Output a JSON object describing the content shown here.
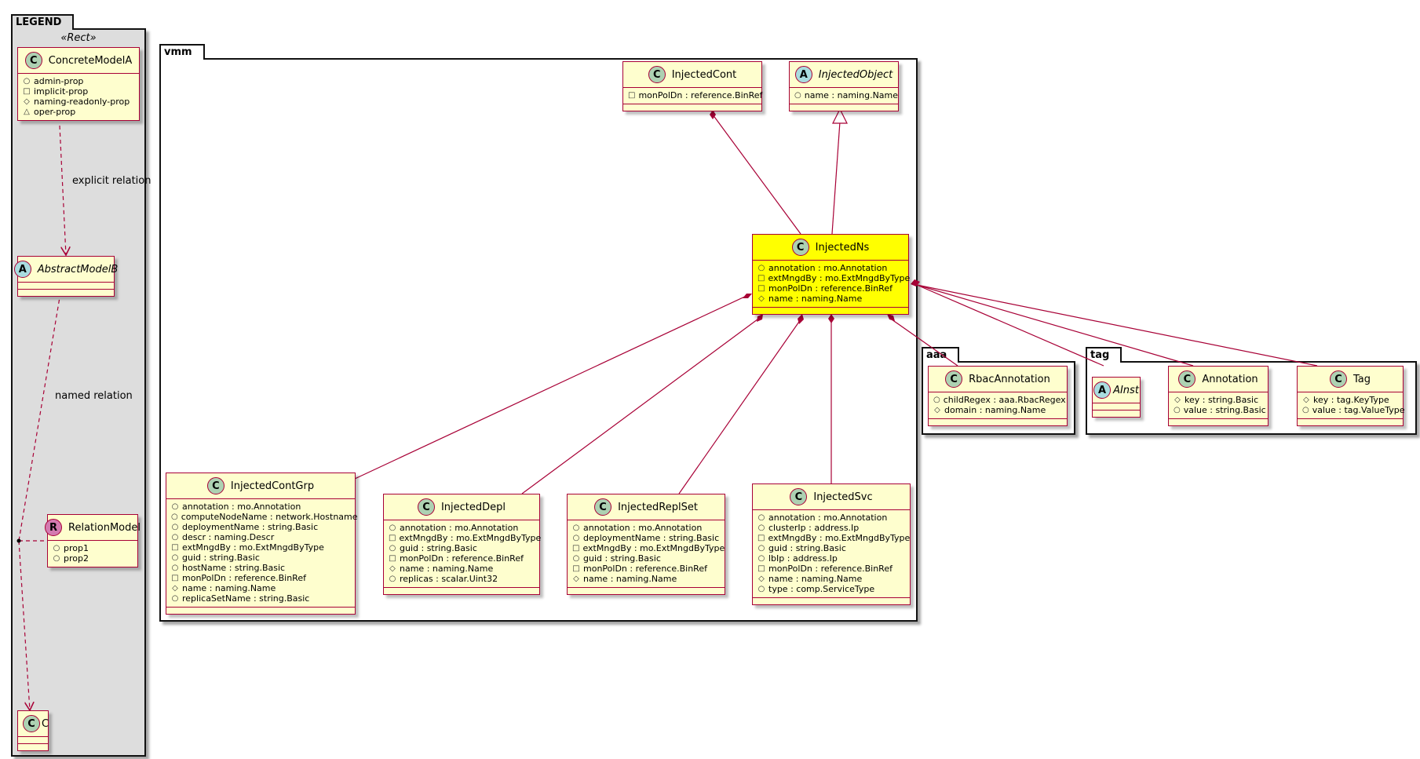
{
  "packages": {
    "legend": {
      "name": "LEGEND",
      "stereotype": "«Rect»"
    },
    "vmm": {
      "name": "vmm"
    },
    "aaa": {
      "name": "aaa"
    },
    "tag": {
      "name": "tag"
    }
  },
  "legend": {
    "concrete": {
      "name": "ConcreteModelA",
      "attrs": [
        {
          "vis": "+",
          "text": "admin-prop"
        },
        {
          "vis": "-",
          "text": "implicit-prop"
        },
        {
          "vis": "#",
          "text": "naming-readonly-prop"
        },
        {
          "vis": "~",
          "text": "oper-prop"
        }
      ]
    },
    "abstract": {
      "name": "AbstractModelB"
    },
    "relation": {
      "name": "RelationModel",
      "attrs": [
        {
          "vis": "+",
          "text": "prop1"
        },
        {
          "vis": "+",
          "text": "prop2"
        }
      ]
    },
    "c": {
      "name": "C"
    },
    "explicit_label": "explicit relation",
    "named_label": "named relation"
  },
  "classes": {
    "injectedCont": {
      "name": "InjectedCont",
      "attrs": [
        {
          "vis": "-",
          "text": "monPolDn : reference.BinRef"
        }
      ]
    },
    "injectedObject": {
      "name": "InjectedObject",
      "attrs": [
        {
          "vis": "+",
          "text": "name : naming.Name"
        }
      ]
    },
    "injectedNs": {
      "name": "InjectedNs",
      "attrs": [
        {
          "vis": "+",
          "text": "annotation : mo.Annotation"
        },
        {
          "vis": "-",
          "text": "extMngdBy : mo.ExtMngdByType"
        },
        {
          "vis": "-",
          "text": "monPolDn : reference.BinRef"
        },
        {
          "vis": "#",
          "text": "name : naming.Name"
        }
      ]
    },
    "injectedContGrp": {
      "name": "InjectedContGrp",
      "attrs": [
        {
          "vis": "+",
          "text": "annotation : mo.Annotation"
        },
        {
          "vis": "+",
          "text": "computeNodeName : network.Hostname"
        },
        {
          "vis": "+",
          "text": "deploymentName : string.Basic"
        },
        {
          "vis": "+",
          "text": "descr : naming.Descr"
        },
        {
          "vis": "-",
          "text": "extMngdBy : mo.ExtMngdByType"
        },
        {
          "vis": "+",
          "text": "guid : string.Basic"
        },
        {
          "vis": "+",
          "text": "hostName : string.Basic"
        },
        {
          "vis": "-",
          "text": "monPolDn : reference.BinRef"
        },
        {
          "vis": "#",
          "text": "name : naming.Name"
        },
        {
          "vis": "+",
          "text": "replicaSetName : string.Basic"
        }
      ]
    },
    "injectedDepl": {
      "name": "InjectedDepl",
      "attrs": [
        {
          "vis": "+",
          "text": "annotation : mo.Annotation"
        },
        {
          "vis": "-",
          "text": "extMngdBy : mo.ExtMngdByType"
        },
        {
          "vis": "+",
          "text": "guid : string.Basic"
        },
        {
          "vis": "-",
          "text": "monPolDn : reference.BinRef"
        },
        {
          "vis": "#",
          "text": "name : naming.Name"
        },
        {
          "vis": "+",
          "text": "replicas : scalar.Uint32"
        }
      ]
    },
    "injectedReplSet": {
      "name": "InjectedReplSet",
      "attrs": [
        {
          "vis": "+",
          "text": "annotation : mo.Annotation"
        },
        {
          "vis": "+",
          "text": "deploymentName : string.Basic"
        },
        {
          "vis": "-",
          "text": "extMngdBy : mo.ExtMngdByType"
        },
        {
          "vis": "+",
          "text": "guid : string.Basic"
        },
        {
          "vis": "-",
          "text": "monPolDn : reference.BinRef"
        },
        {
          "vis": "#",
          "text": "name : naming.Name"
        }
      ]
    },
    "injectedSvc": {
      "name": "InjectedSvc",
      "attrs": [
        {
          "vis": "+",
          "text": "annotation : mo.Annotation"
        },
        {
          "vis": "+",
          "text": "clusterIp : address.Ip"
        },
        {
          "vis": "-",
          "text": "extMngdBy : mo.ExtMngdByType"
        },
        {
          "vis": "+",
          "text": "guid : string.Basic"
        },
        {
          "vis": "+",
          "text": "lbIp : address.Ip"
        },
        {
          "vis": "-",
          "text": "monPolDn : reference.BinRef"
        },
        {
          "vis": "#",
          "text": "name : naming.Name"
        },
        {
          "vis": "+",
          "text": "type : comp.ServiceType"
        }
      ]
    },
    "rbacAnnotation": {
      "name": "RbacAnnotation",
      "attrs": [
        {
          "vis": "+",
          "text": "childRegex : aaa.RbacRegex"
        },
        {
          "vis": "#",
          "text": "domain : naming.Name"
        }
      ]
    },
    "aInst": {
      "name": "AInst"
    },
    "annotation": {
      "name": "Annotation",
      "attrs": [
        {
          "vis": "#",
          "text": "key : string.Basic"
        },
        {
          "vis": "+",
          "text": "value : string.Basic"
        }
      ]
    },
    "tag": {
      "name": "Tag",
      "attrs": [
        {
          "vis": "#",
          "text": "key : tag.KeyType"
        },
        {
          "vis": "+",
          "text": "value : tag.ValueType"
        }
      ]
    }
  },
  "colors": {
    "class_fill": "#fefece",
    "highlight_fill": "#ffff00",
    "border": "#a80036",
    "legend_fill": "#dddddd"
  }
}
